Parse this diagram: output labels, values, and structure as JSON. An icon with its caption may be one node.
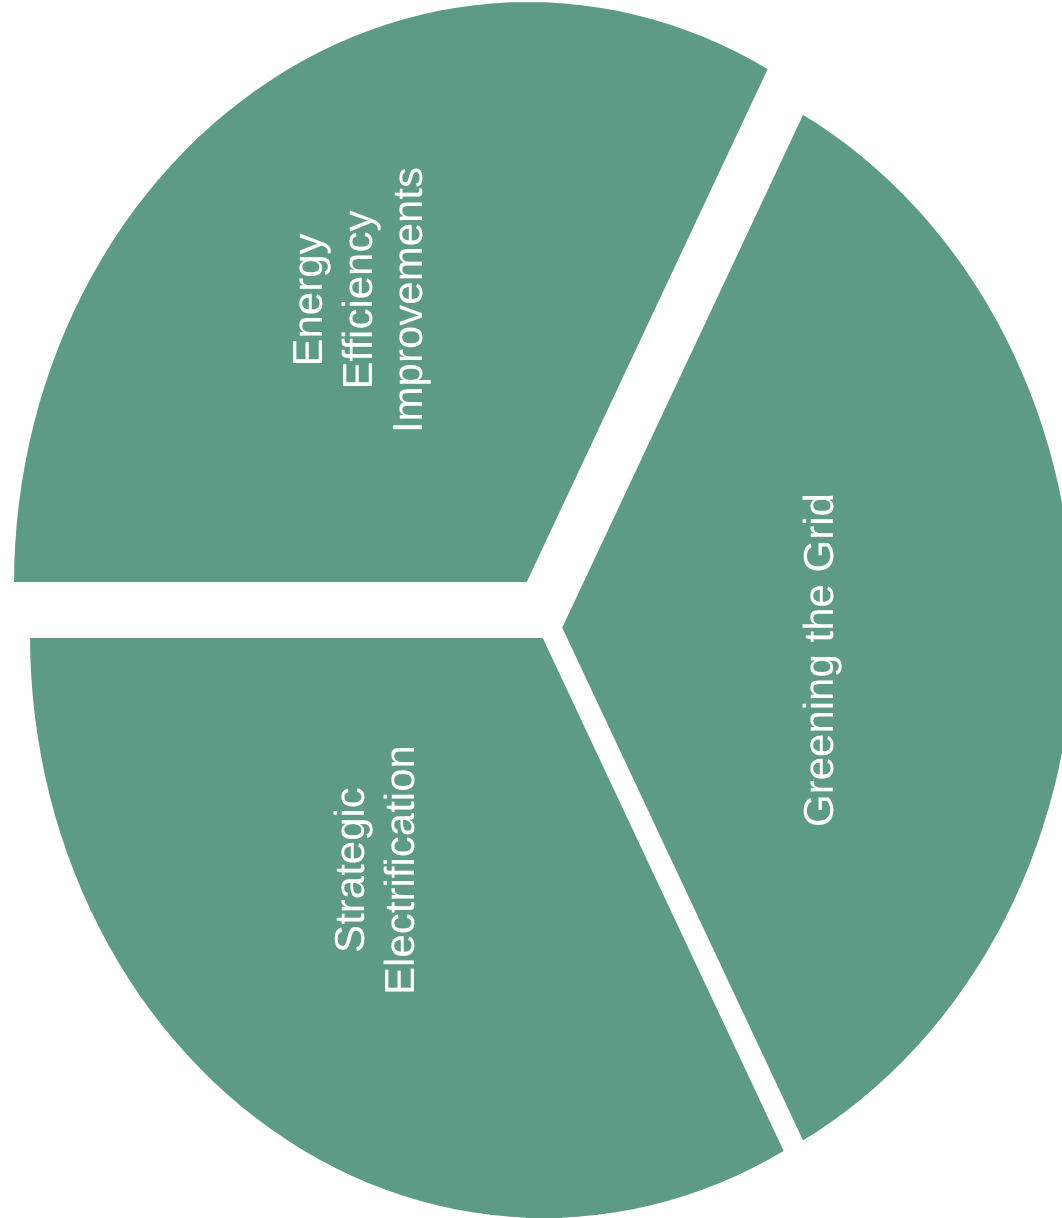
{
  "diagram": {
    "nodes": [
      {
        "text": [
          "Energy Efficiency Improvements"
        ]
      },
      {
        "text": [
          "Greening the Grid"
        ]
      },
      {
        "text": [
          "Strategic Electrification"
        ]
      }
    ]
  }
}
